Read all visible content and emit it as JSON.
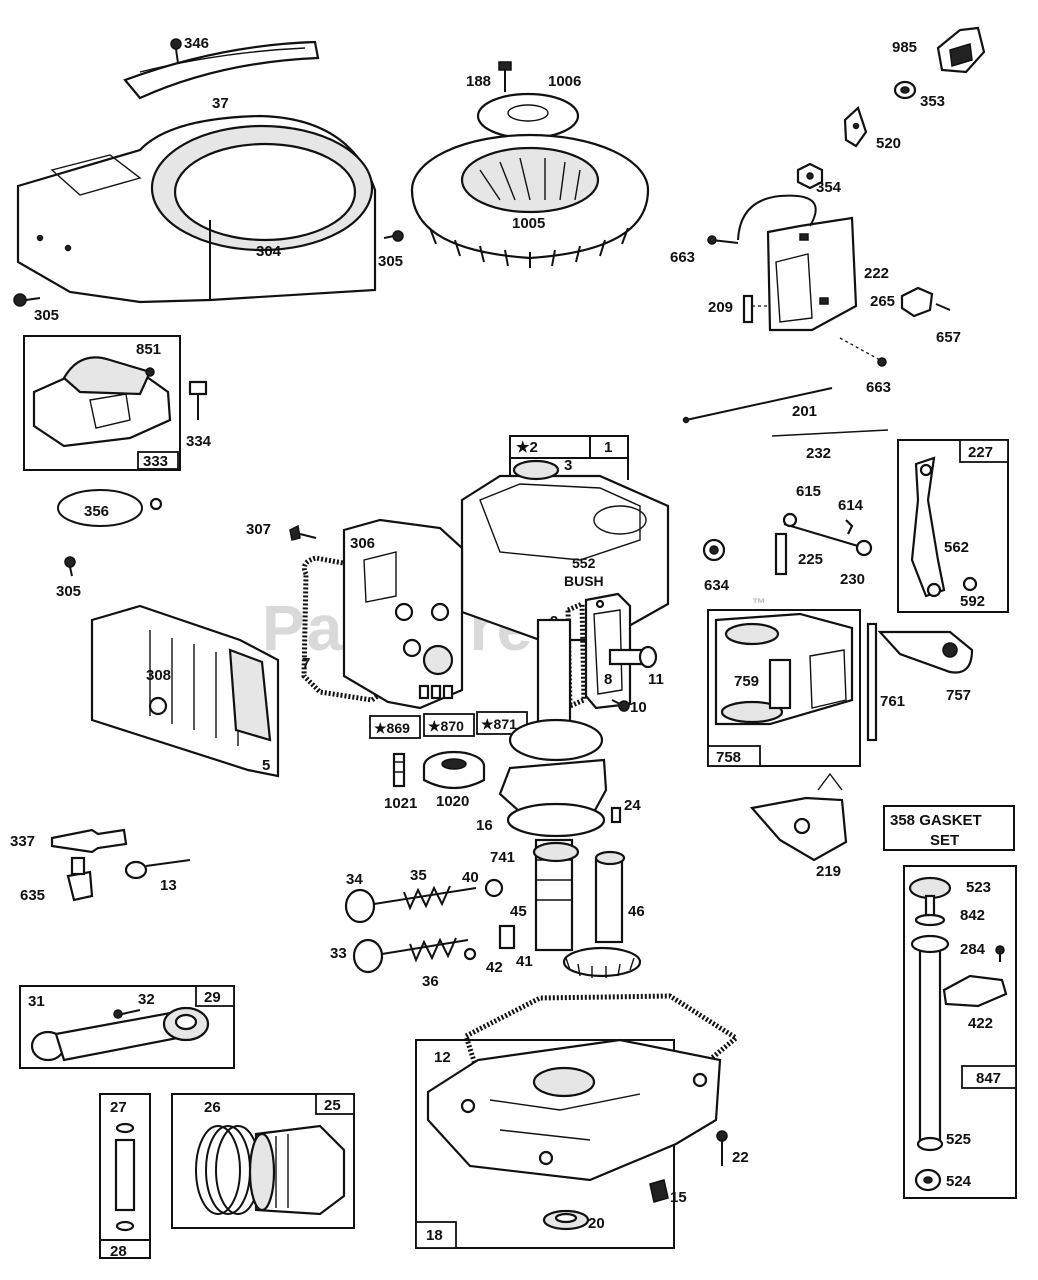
{
  "watermark": "PartsTree",
  "trademark": "™",
  "labels": {
    "l346": "346",
    "l37": "37",
    "l304": "304",
    "l305a": "305",
    "l305b": "305",
    "l305c": "305",
    "l188": "188",
    "l1006": "1006",
    "l1005": "1005",
    "l985": "985",
    "l353": "353",
    "l520": "520",
    "l354": "354",
    "l663a": "663",
    "l663b": "663",
    "l222": "222",
    "l209": "209",
    "l265": "265",
    "l657": "657",
    "l201": "201",
    "l232": "232",
    "l851": "851",
    "l334": "334",
    "l333": "333",
    "l356": "356",
    "l307": "307",
    "l306": "306",
    "l2": "★2",
    "l1": "1",
    "l3": "3",
    "l552": "552",
    "lbush": "BUSH",
    "l615": "615",
    "l614": "614",
    "l225": "225",
    "l230": "230",
    "l634": "634",
    "l227": "227",
    "l562": "562",
    "l592": "592",
    "l308": "308",
    "l5": "5",
    "l7": "7",
    "l9": "9",
    "l8": "8",
    "l11": "11",
    "l10": "10",
    "l869": "★869",
    "l870": "★870",
    "l871": "★871",
    "l759": "759",
    "l761": "761",
    "l757": "757",
    "l758": "758",
    "l1021": "1021",
    "l1020": "1020",
    "l16": "16",
    "l24": "24",
    "l219": "219",
    "l358": "358 GASKET",
    "l358b": "SET",
    "l337": "337",
    "l635": "635",
    "l13": "13",
    "l741": "741",
    "l34": "34",
    "l35": "35",
    "l40": "40",
    "l45": "45",
    "l46": "46",
    "l33": "33",
    "l36": "36",
    "l42": "42",
    "l41": "41",
    "l523": "523",
    "l842": "842",
    "l284": "284",
    "l422": "422",
    "l847": "847",
    "l525": "525",
    "l524": "524",
    "l31": "31",
    "l32": "32",
    "l29": "29",
    "l12": "12",
    "l27": "27",
    "l28": "28",
    "l26": "26",
    "l25": "25",
    "l22": "22",
    "l15": "15",
    "l20": "20",
    "l18": "18"
  }
}
